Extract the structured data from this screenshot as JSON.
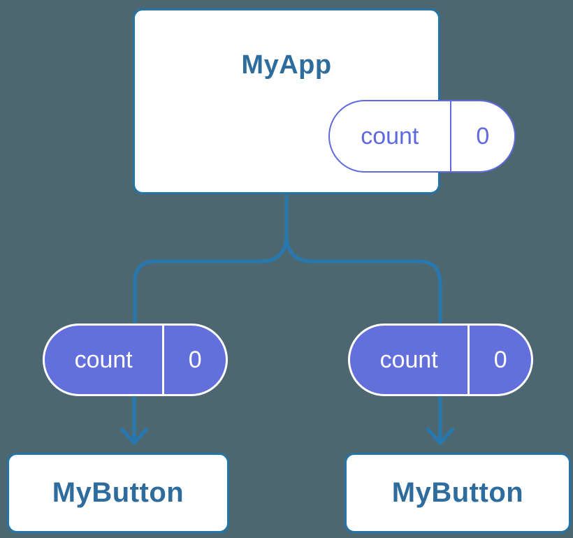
{
  "colors": {
    "canvas-bg": "#4D6770",
    "connector-blue": "#2878B0",
    "node-border-blue": "#2574A8",
    "node-title-blue": "#2E6C9E",
    "state-purple": "#5F6ADF",
    "state-purple-fill": "#6370DB",
    "node-bg": "#FFFFFF"
  },
  "tree": {
    "root": {
      "label": "MyApp",
      "state": {
        "name": "count",
        "value": "0"
      }
    },
    "children": [
      {
        "label": "MyButton",
        "prop": {
          "name": "count",
          "value": "0"
        }
      },
      {
        "label": "MyButton",
        "prop": {
          "name": "count",
          "value": "0"
        }
      }
    ]
  }
}
